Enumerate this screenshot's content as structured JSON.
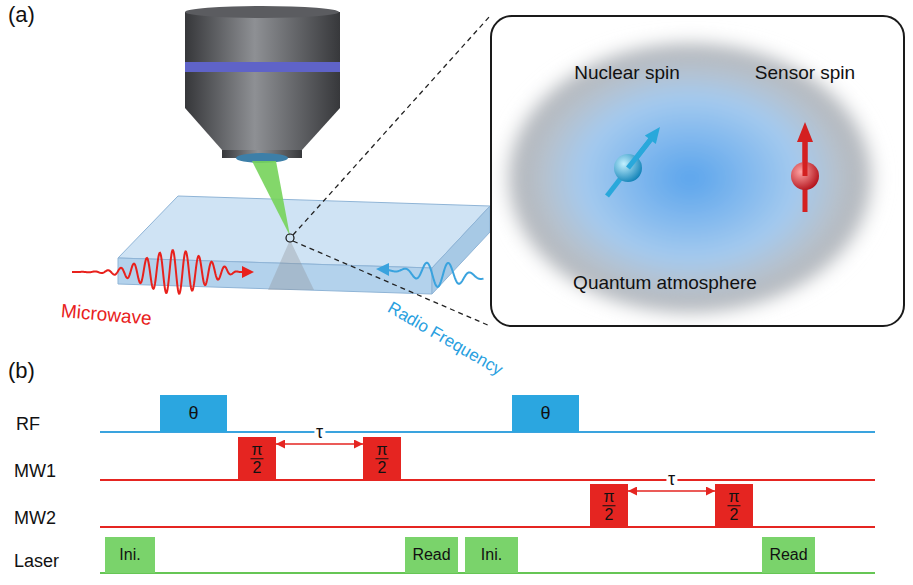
{
  "diagram": {
    "nodes": [
      {
        "text": [
          "Nuclear spin",
          "Sensor spin",
          "Quantum atmosphere"
        ]
      },
      {
        "text": [
          "θ"
        ]
      },
      {
        "text": [
          "π 2"
        ]
      },
      {
        "text": [
          "π 2"
        ]
      },
      {
        "text": [
          "Ini."
        ]
      },
      {
        "text": [
          "Read"
        ]
      },
      {
        "text": [
          "Ini."
        ]
      },
      {
        "text": [
          "θ"
        ]
      },
      {
        "text": [
          "π 2"
        ]
      },
      {
        "text": [
          "π 2"
        ]
      },
      {
        "text": [
          "Read"
        ]
      }
    ],
    "edges": [
      {
        "from": 2,
        "to": 3,
        "arrow": "both",
        "label": "τ"
      },
      {
        "from": 8,
        "to": 9,
        "arrow": "both",
        "label": "τ"
      }
    ],
    "labels": [
      "(a)",
      "Microwave",
      "Radio Frequency",
      "(b)",
      "RF",
      "MW1",
      "MW2",
      "Laser"
    ]
  }
}
